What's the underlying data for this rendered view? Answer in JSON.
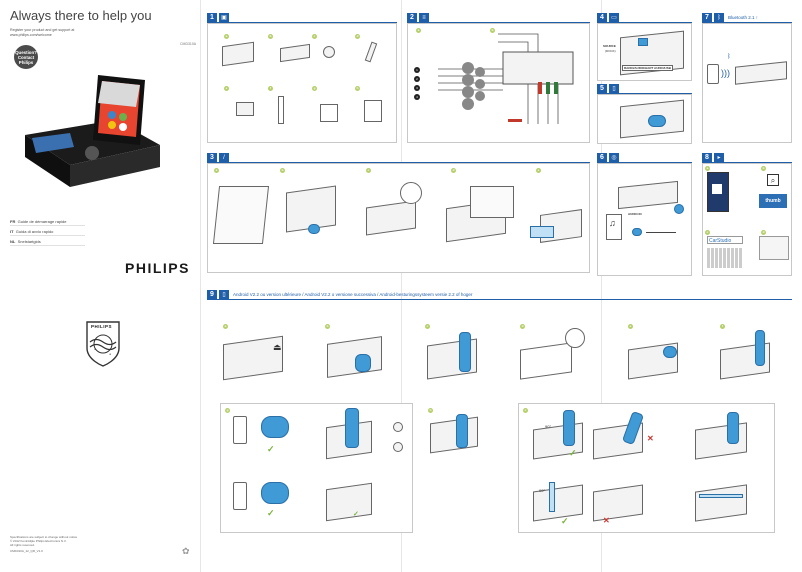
{
  "header": {
    "title": "Always there to help you",
    "register_line1": "Register your product and get support at",
    "register_line2": "www.philips.com/welcome",
    "model": "CMD310A"
  },
  "badge": {
    "line1": "Question?",
    "line2": "Contact",
    "line3": "Philips"
  },
  "languages": [
    {
      "code": "FR",
      "label": "Guide de démarrage rapide"
    },
    {
      "code": "IT",
      "label": "Guida di avvio rapido"
    },
    {
      "code": "NL",
      "label": "Snelstartgids"
    }
  ],
  "brand": {
    "wordmark": "PHILIPS",
    "emblem_text": "PHILIPS"
  },
  "legal": {
    "line1": "Specifications are subject to change without notice",
    "line2": "© 2012 Koninklijke Philips Electronics N.V.",
    "line3": "All rights reserved.",
    "code": "CMD310A_12_QR_V1.0"
  },
  "sections": [
    {
      "num": "1",
      "icon": "box-icon",
      "glyph": "▣",
      "text": ""
    },
    {
      "num": "2",
      "icon": "wiring-icon",
      "glyph": "≡",
      "text": ""
    },
    {
      "num": "3",
      "icon": "screwdriver-icon",
      "glyph": "/",
      "text": ""
    },
    {
      "num": "4",
      "icon": "display-icon",
      "glyph": "▭",
      "text": ""
    },
    {
      "num": "5",
      "icon": "remote-icon",
      "glyph": "▯",
      "text": ""
    },
    {
      "num": "6",
      "icon": "audio-icon",
      "glyph": "◎",
      "text": ""
    },
    {
      "num": "7",
      "icon": "bluetooth-icon",
      "glyph": "ᛒ",
      "text": "Bluetooth 2.1 ↑"
    },
    {
      "num": "8",
      "icon": "app-icon",
      "glyph": "▸",
      "text": ""
    },
    {
      "num": "9",
      "icon": "phone-icon",
      "glyph": "▯",
      "text": "Android V2.2 ou version ultérieure / Android V2.2 o versione successiva / Android-besturingssysteem versie 2.2 of hoger"
    }
  ],
  "sec4": {
    "source_label": "SOURCE",
    "source_sub": "(DOCK)",
    "mode_text": "RADIO/AUDIO/HART AUDIO/USB"
  },
  "sec6": {
    "audio_in": "AUDIO IN"
  },
  "sec8": {
    "app_name": "CarStudio",
    "tile_text": "thumb"
  },
  "wiring_numbers": [
    "1",
    "2",
    "3",
    "4"
  ],
  "step_badges": [
    "a",
    "b",
    "c",
    "d",
    "e",
    "f",
    "g",
    "h"
  ],
  "angle_label": "90°"
}
